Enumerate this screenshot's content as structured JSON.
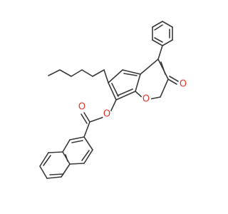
{
  "diagram": {
    "bond_color": "#3a3a3a",
    "heteroatom_color": "#e8352b",
    "background": "#ffffff",
    "atoms": {
      "ether_oxygen": "O",
      "ring_oxygen": "O",
      "lactone_carbonyl_oxygen": "O",
      "ketone_oxygen": "O"
    }
  }
}
